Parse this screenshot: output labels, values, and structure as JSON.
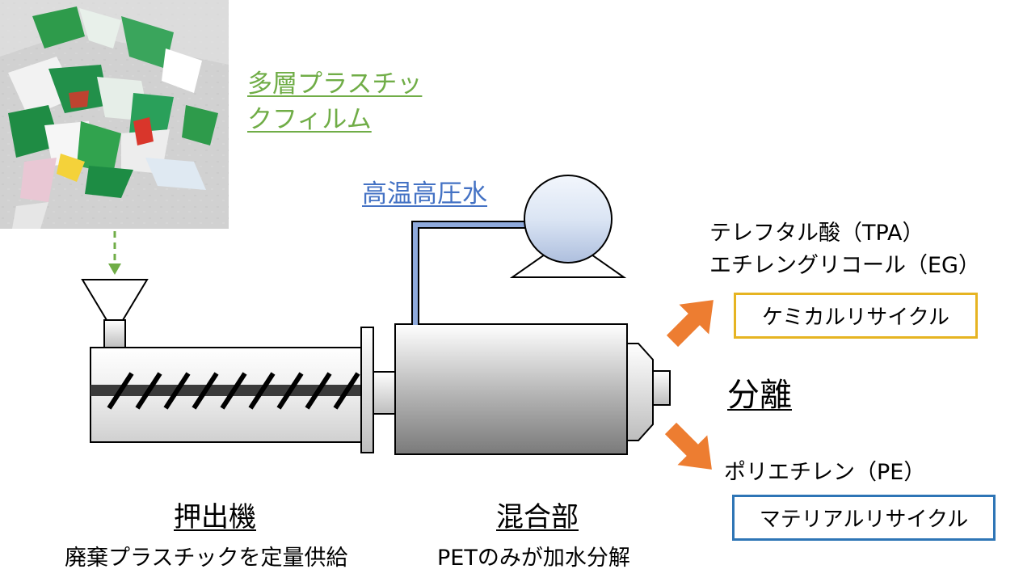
{
  "input": {
    "label_line1": "多層プラスチッ",
    "label_line2": "クフィルム",
    "label_color": "#70ad47"
  },
  "water": {
    "label": "高温高圧水",
    "label_color": "#4472c4"
  },
  "products": {
    "chemical": {
      "line1": "テレフタル酸（TPA）",
      "line2": "エチレングリコール（EG）",
      "box_label": "ケミカルリサイクル",
      "box_color": "#e6b422"
    },
    "material": {
      "line1": "ポリエチレン（PE）",
      "box_label": "マテリアルリサイクル",
      "box_color": "#2e75b6"
    }
  },
  "separation": {
    "label": "分離"
  },
  "extruder": {
    "title": "押出機",
    "caption": "廃棄プラスチックを定量供給"
  },
  "mixer": {
    "title": "混合部",
    "caption": "PETのみが加水分解"
  },
  "colors": {
    "arrow": "#ed7d31",
    "pipe": "#8faadc",
    "drop_arrow": "#70ad47"
  }
}
